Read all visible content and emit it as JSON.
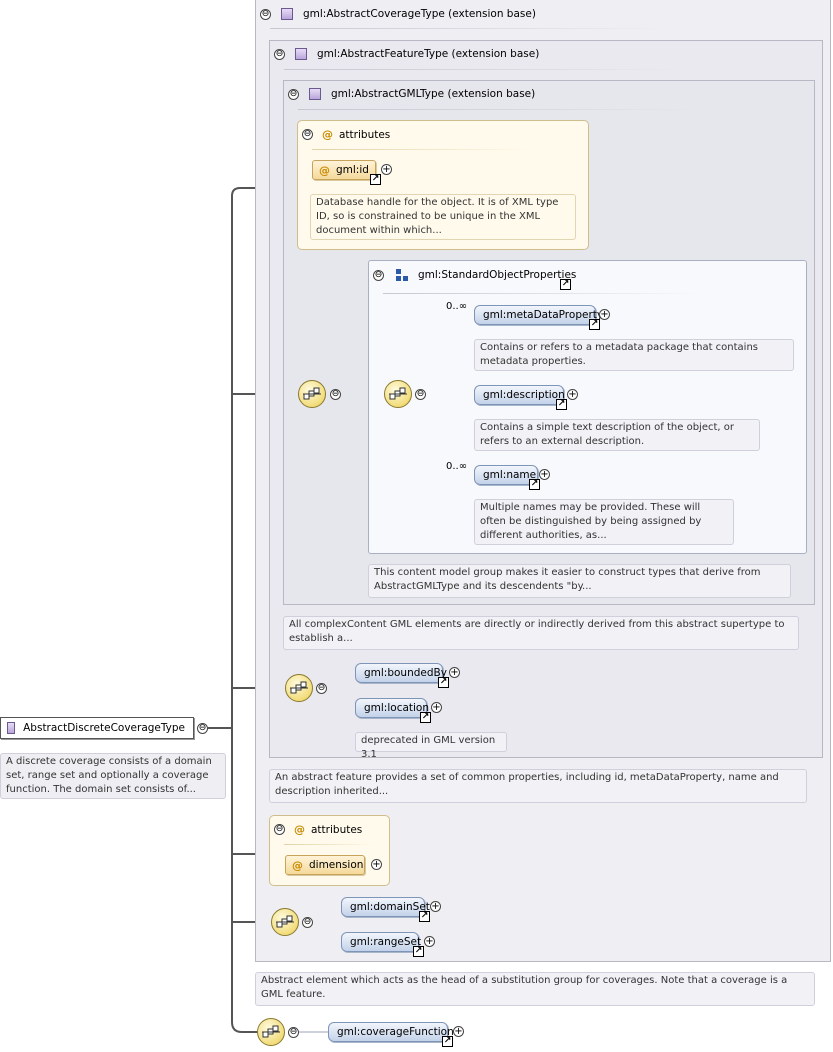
{
  "root": {
    "label": "AbstractDiscreteCoverageType",
    "doc": "A discrete coverage consists of a domain set, range set and optionally a coverage function. The domain set consists of..."
  },
  "panels": {
    "coverage": {
      "label": "gml:AbstractCoverageType (extension base)"
    },
    "feature": {
      "label": "gml:AbstractFeatureType (extension base)"
    },
    "gml": {
      "label": "gml:AbstractGMLType (extension base)"
    }
  },
  "gml_attributes": {
    "title": "attributes",
    "id_label": "gml:id",
    "id_doc": "Database handle for the object. It is of XML type ID, so is constrained to be unique in the XML document within which..."
  },
  "standard_props": {
    "label": "gml:StandardObjectProperties",
    "metadata": {
      "label": "gml:metaDataProperty",
      "occ": "0..∞",
      "doc": "Contains or refers to a metadata package that contains metadata properties."
    },
    "description": {
      "label": "gml:description",
      "doc": "Contains a simple text description of the object, or refers to an external description."
    },
    "name": {
      "label": "gml:name",
      "occ": "0..∞",
      "doc": "Multiple names may be provided. These will often be distinguished by being assigned by different authorities, as..."
    },
    "group_doc": "This content model group makes it easier to construct types that derive from AbstractGMLType and its descendents \"by..."
  },
  "gml_type_doc": "All complexContent GML elements are directly or indirectly derived from this abstract supertype to establish a...",
  "feature_elems": {
    "bounded_by": "gml:boundedBy",
    "location": "gml:location",
    "location_doc": "deprecated in GML version 3.1"
  },
  "feature_doc": "An abstract feature provides a set of common properties, including id, metaDataProperty, name and description inherited...",
  "coverage_attributes": {
    "title": "attributes",
    "dimension": "dimension"
  },
  "coverage_elems": {
    "domain_set": "gml:domainSet",
    "range_set": "gml:rangeSet"
  },
  "coverage_doc": "Abstract element which acts as the head of a substitution group for coverages. Note that a coverage is a GML feature.",
  "coverage_function": "gml:coverageFunction",
  "icons": {
    "collapse": "⊖",
    "expand": "+",
    "ref": "↗",
    "at": "@",
    "sequence": "sequence-compositor-icon",
    "type": "complex-type-icon"
  }
}
